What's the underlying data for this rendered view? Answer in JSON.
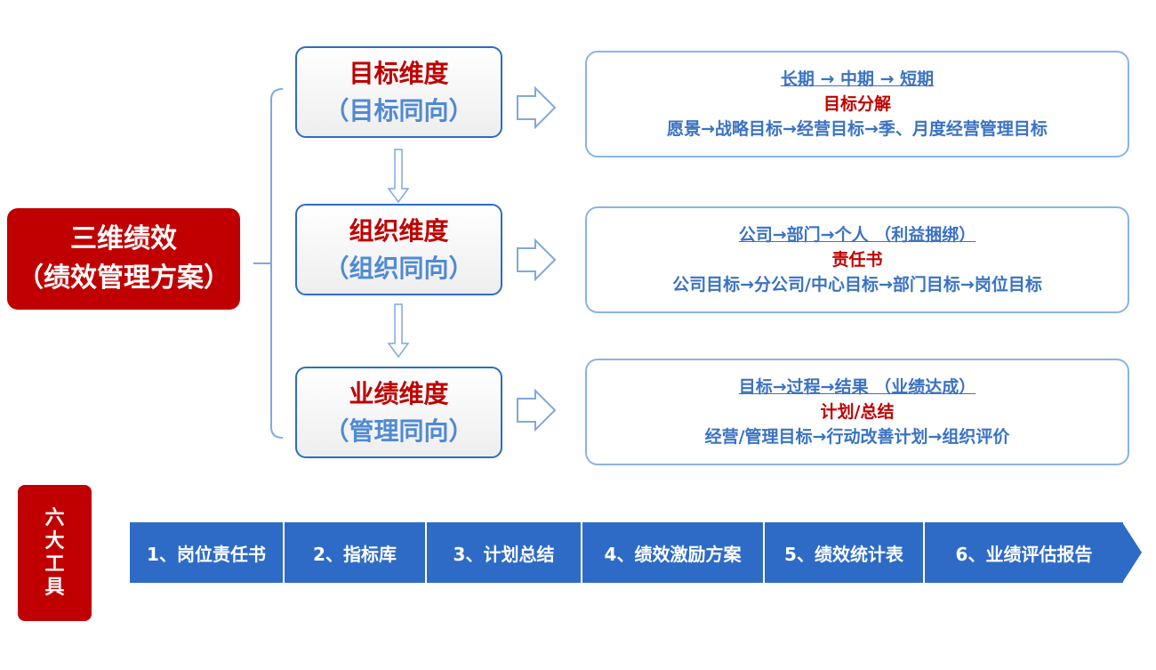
{
  "main": {
    "line1": "三维绩效",
    "line2": "（绩效管理方案）"
  },
  "dimensions": [
    {
      "title": "目标维度",
      "subtitle": "（目标同向）",
      "detail": {
        "line1": "长期 → 中期 →  短期",
        "line2": "目标分解",
        "line3": "愿景→战略目标→经营目标→季、月度经营管理目标"
      }
    },
    {
      "title": "组织维度",
      "subtitle": "（组织同向）",
      "detail": {
        "line1": "公司→部门→个人 （利益捆绑）",
        "line2": "责任书",
        "line3": "公司目标→分公司/中心目标→部门目标→岗位目标"
      }
    },
    {
      "title": "业绩维度",
      "subtitle": "（管理同向）",
      "detail": {
        "line1": "目标→过程→结果  （业绩达成）",
        "line2": "计划/总结",
        "line3": "经营/管理目标→行动改善计划→组织评价"
      }
    }
  ],
  "tools": {
    "label_chars": [
      "六",
      "大",
      "工",
      "具"
    ],
    "items": [
      "1、岗位责任书",
      "2、指标库",
      "3、计划总结",
      "4、绩效激励方案",
      "5、绩效统计表",
      "6、业绩评估报告"
    ]
  },
  "colors": {
    "red": "#c00000",
    "blue": "#2e6bc6",
    "light_blue": "#8ab4e8",
    "text_blue": "#3a72c4"
  }
}
